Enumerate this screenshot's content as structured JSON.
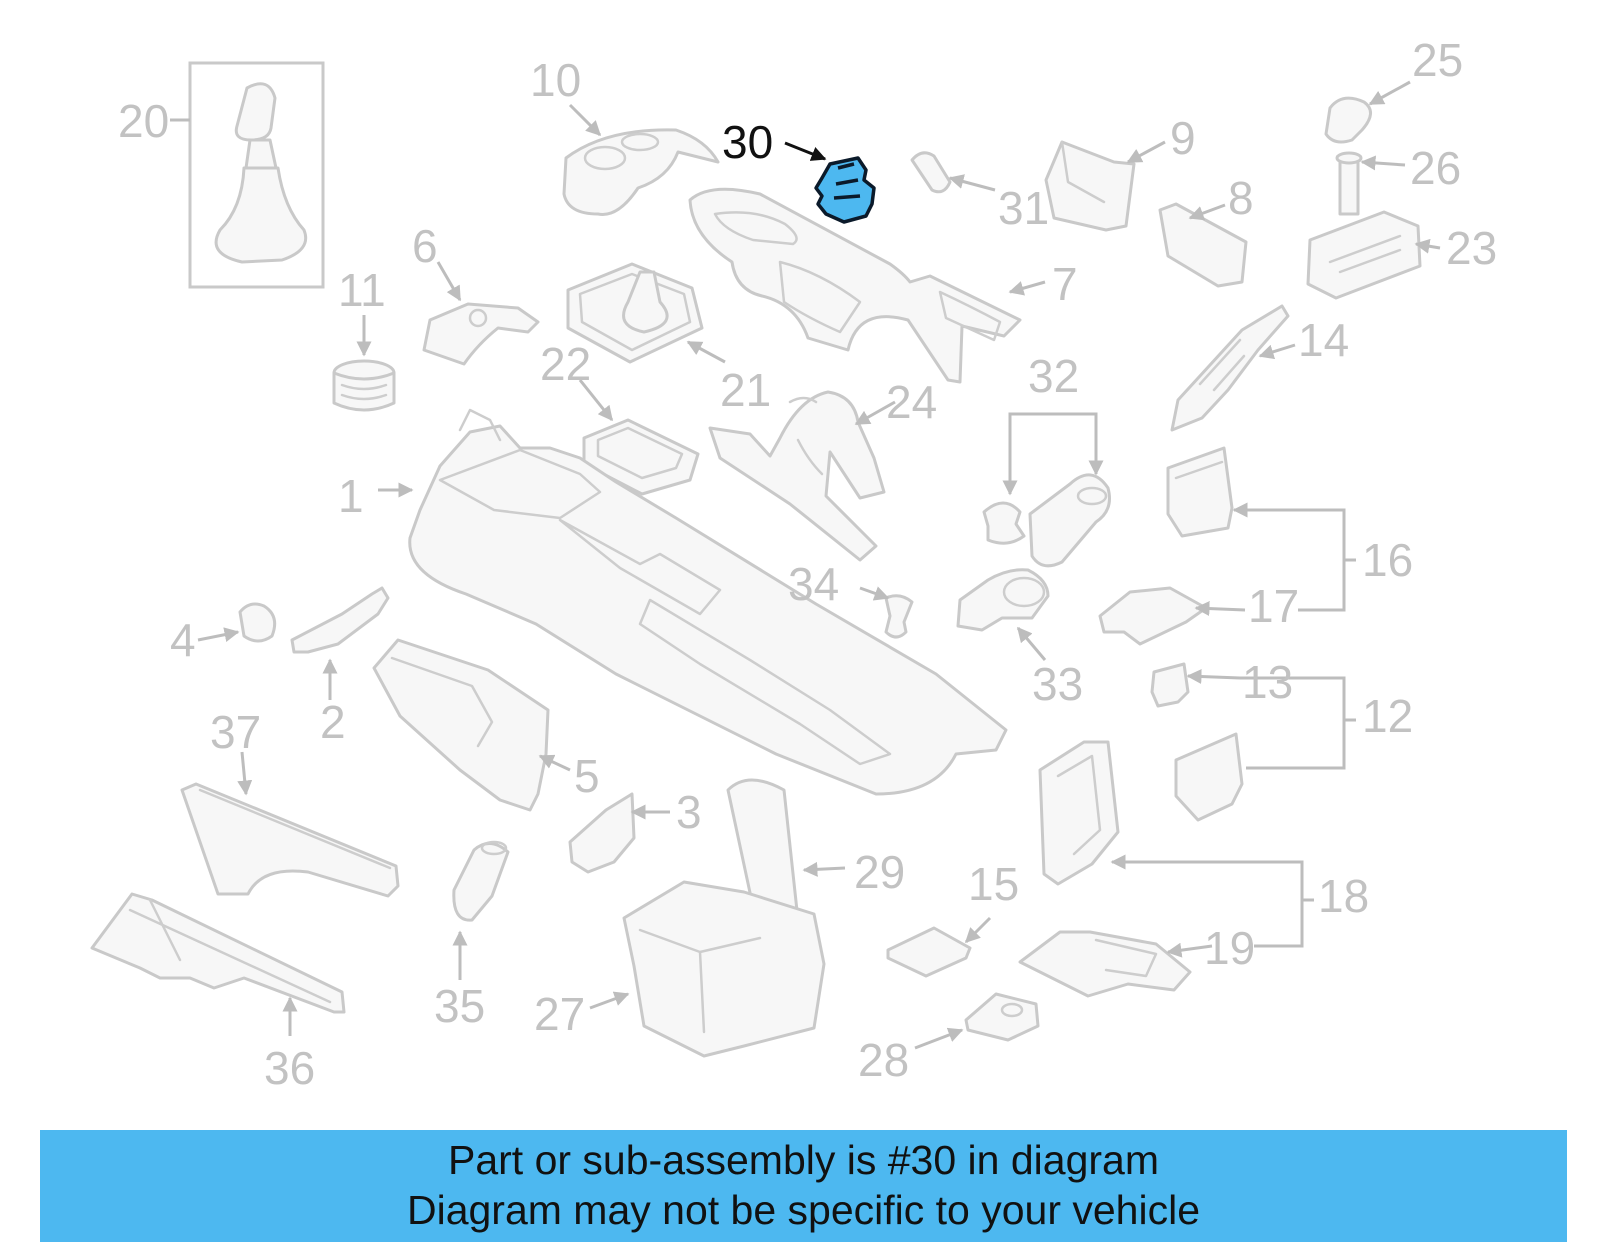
{
  "colors": {
    "highlight": "#4db8f0",
    "part_stroke": "#c9c9c9",
    "callout_text": "#c2c2c2",
    "banner_bg": "#4db8f0"
  },
  "diagram": {
    "highlighted_callout": "30",
    "callouts": [
      "1",
      "2",
      "3",
      "4",
      "5",
      "6",
      "7",
      "8",
      "9",
      "10",
      "11",
      "12",
      "13",
      "14",
      "15",
      "16",
      "17",
      "18",
      "19",
      "20",
      "21",
      "22",
      "23",
      "24",
      "25",
      "26",
      "27",
      "28",
      "29",
      "30",
      "31",
      "32",
      "33",
      "34",
      "35",
      "36",
      "37"
    ]
  },
  "banner": {
    "line1": "Part or sub-assembly is #30 in diagram",
    "line2": "Diagram may not be specific to your vehicle"
  }
}
